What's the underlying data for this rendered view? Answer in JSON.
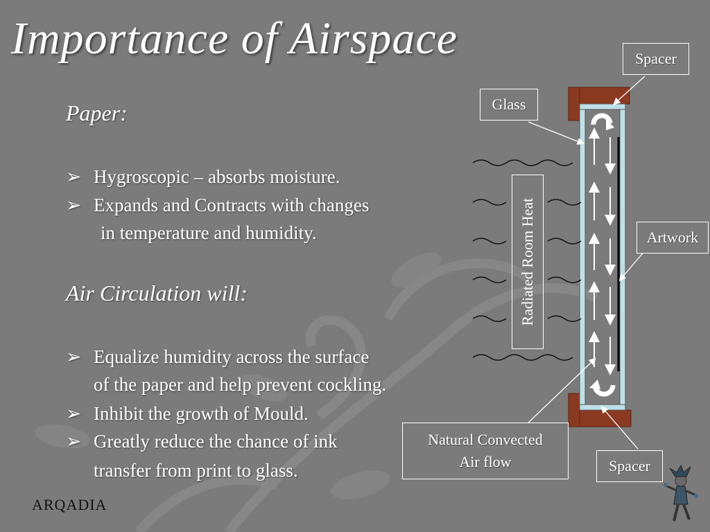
{
  "title": "Importance of Airspace",
  "paper_heading": "Paper:",
  "paper_bullets": [
    {
      "line1": "Hygroscopic – absorbs moisture."
    },
    {
      "line1": "Expands and Contracts with changes",
      "line2": "in temperature and humidity."
    }
  ],
  "air_heading": "Air Circulation will:",
  "air_bullets": [
    {
      "line1": "Equalize humidity across the surface",
      "line2": "of the paper and help prevent cockling."
    },
    {
      "line1": "Inhibit the growth of Mould."
    },
    {
      "line1": "Greatly reduce the chance of ink",
      "line2": "transfer from print to glass."
    }
  ],
  "bullet_glyph": "➢",
  "diagram": {
    "spacer_top": "Spacer",
    "glass": "Glass",
    "artwork": "Artwork",
    "heat": "Radiated Room Heat",
    "airflow_line1": "Natural Convected",
    "airflow_line2": "Air flow",
    "spacer_bottom": "Spacer"
  },
  "logo": "ARQADIA",
  "colors": {
    "background": "#7b7b7b",
    "frame_wood": "#8b3a22",
    "glass": "#bfe0e6"
  }
}
